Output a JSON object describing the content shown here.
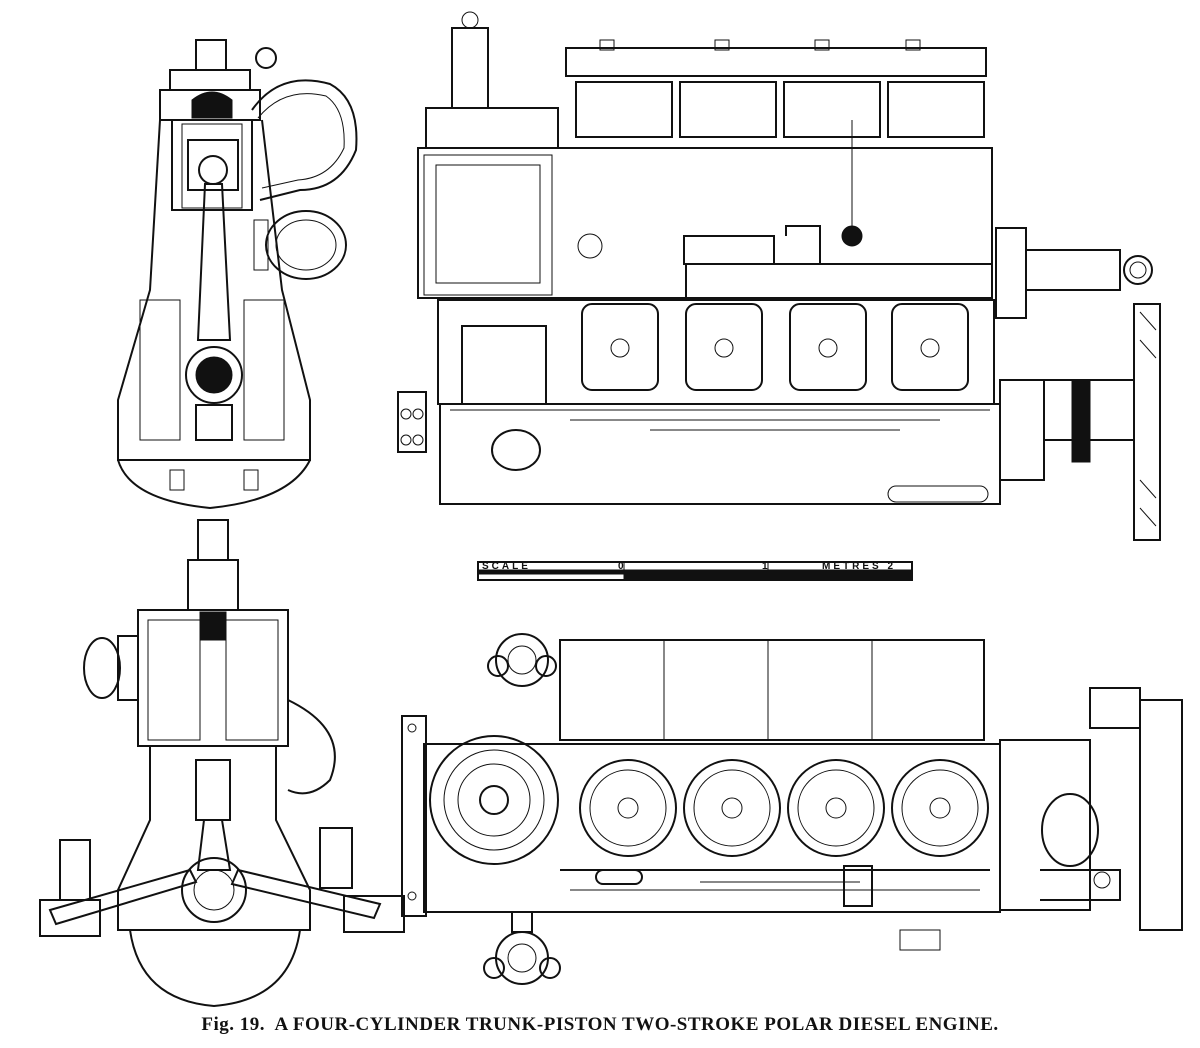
{
  "caption": {
    "fig_label": "Fig. 19.",
    "title": "A FOUR-CYLINDER TRUNK-PISTON TWO-STROKE POLAR DIESEL ENGINE."
  },
  "scale_bar": {
    "left_text": "SCALE",
    "zero": "0",
    "one": "1",
    "right_text": "METRES 2"
  }
}
